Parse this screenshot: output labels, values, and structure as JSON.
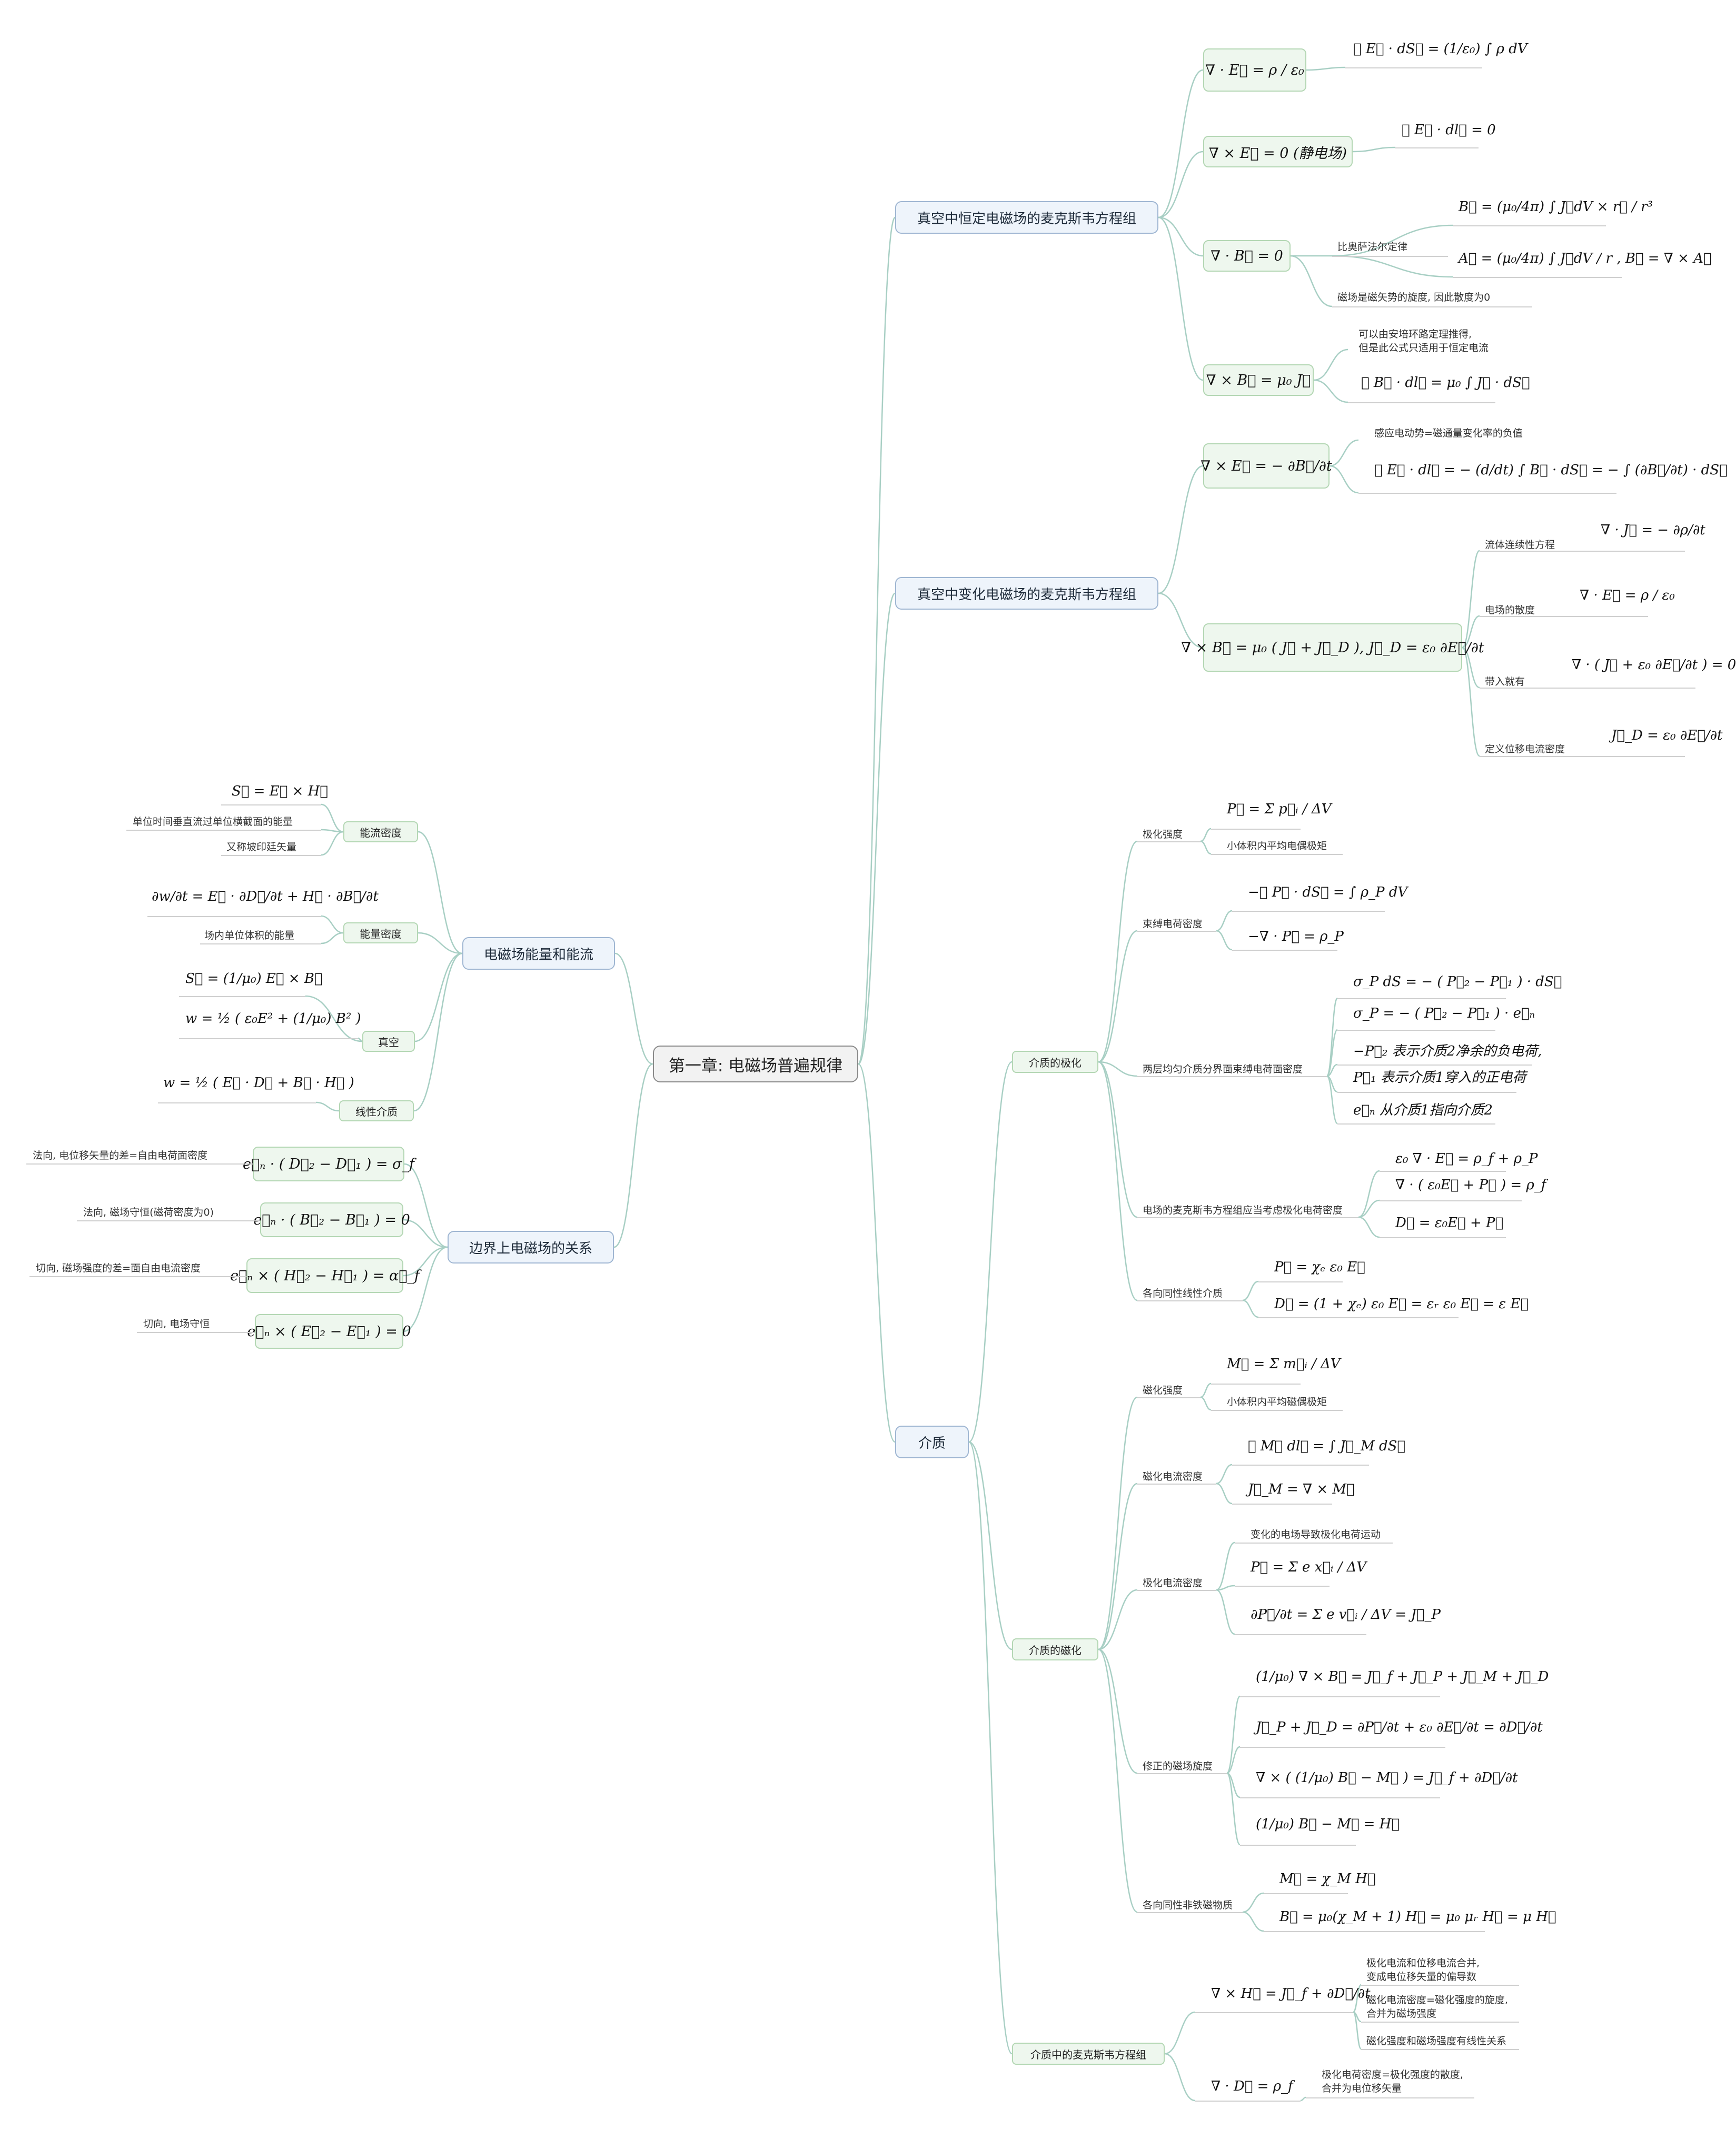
{
  "colors": {
    "link": "#a8cfc4",
    "root_border": "#8a8a8a",
    "l1_fill": "#eef4fb",
    "eq_fill": "#eef7ee",
    "eq_border": "#b4d7b4"
  },
  "root": {
    "title": "第一章: 电磁场普遍规律"
  },
  "branches": {
    "static": {
      "title": "真空中恒定电磁场的麦克斯韦方程组",
      "gauss": {
        "eq": "∇ · E⃗ = ρ / ε₀",
        "integral": "∯ E⃗ · dS⃗ = (1/ε₀) ∫ ρ dV"
      },
      "curl_e": {
        "eq": "∇ × E⃗ = 0 (静电场)",
        "integral": "∮ E⃗ · dl⃗ = 0"
      },
      "div_b": {
        "eq": "∇ · B⃗ = 0",
        "biot_label": "比奥萨法尔定律",
        "biot_formula": "B⃗ = (μ₀/4π) ∫ J⃗dV × r⃗ / r³",
        "potential_formula": "A⃗ = (μ₀/4π) ∫ J⃗dV / r ,  B⃗ = ∇ × A⃗",
        "note": "磁场是磁矢势的旋度, 因此散度为0"
      },
      "curl_b": {
        "eq": "∇ × B⃗ = μ₀ J⃗",
        "note1": "可以由安培环路定理推得,",
        "note2": "但是此公式只适用于恒定电流",
        "integral": "∮ B⃗ · dl⃗ = μ₀ ∫ J⃗ · dS⃗"
      }
    },
    "varying": {
      "title": "真空中变化电磁场的麦克斯韦方程组",
      "faraday": {
        "eq": "∇ × E⃗ = − ∂B⃗/∂t",
        "note": "感应电动势=磁通量变化率的负值",
        "integral": "∮ E⃗ · dl⃗ = − (d/dt) ∫ B⃗ · dS⃗ = − ∫ (∂B⃗/∂t) · dS⃗"
      },
      "ampere": {
        "eq": "∇ × B⃗ = μ₀ ( J⃗ + J⃗_D ),  J⃗_D = ε₀ ∂E⃗/∂t",
        "continuity_label": "流体连续性方程",
        "continuity": "∇ · J⃗ = − ∂ρ/∂t",
        "div_label": "电场的散度",
        "div": "∇ · E⃗ = ρ / ε₀",
        "sub_label": "带入就有",
        "sub": "∇ · ( J⃗ + ε₀ ∂E⃗/∂t ) = 0",
        "def_label": "定义位移电流密度",
        "def": "J⃗_D = ε₀ ∂E⃗/∂t"
      }
    },
    "media": {
      "title": "介质",
      "polarization": {
        "title": "介质的极化",
        "strength_label": "极化强度",
        "strength": "P⃗ = Σ p⃗ᵢ / ΔV",
        "strength_note": "小体积内平均电偶极矩",
        "bound_label": "束缚电荷密度",
        "bound1": "−∯ P⃗ · dS⃗ = ∫ ρ_P dV",
        "bound2": "−∇ · P⃗ = ρ_P",
        "surface_label": "两层均匀介质分界面束缚电荷面密度",
        "surface1": "σ_P dS = − ( P⃗₂ − P⃗₁ ) · dS⃗",
        "surface2": "σ_P = − ( P⃗₂ − P⃗₁ ) · e⃗ₙ",
        "surface_note1": "−P⃗₂ 表示介质2净余的负电荷,",
        "surface_note2": "P⃗₁ 表示介质1穿入的正电荷",
        "surface_note3": "e⃗ₙ 从介质1指向介质2",
        "maxwell_label": "电场的麦克斯韦方程组应当考虑极化电荷密度",
        "maxwell1": "ε₀ ∇ · E⃗ = ρ_f + ρ_P",
        "maxwell2": "∇ · ( ε₀E⃗ + P⃗ ) = ρ_f",
        "maxwell3": "D⃗ = ε₀E⃗ + P⃗",
        "linear_label": "各向同性线性介质",
        "linear1": "P⃗ = χₑ ε₀ E⃗",
        "linear2": "D⃗ = (1 + χₑ) ε₀ E⃗ = εᵣ ε₀ E⃗ = ε E⃗"
      },
      "magnetization": {
        "title": "介质的磁化",
        "strength_label": "磁化强度",
        "strength": "M⃗ = Σ m⃗ᵢ / ΔV",
        "strength_note": "小体积内平均磁偶极矩",
        "mcur_label": "磁化电流密度",
        "mcur1": "∮ M⃗ dl⃗ = ∫ J⃗_M dS⃗",
        "mcur2": "J⃗_M = ∇ × M⃗",
        "pcur_label": "极化电流密度",
        "pcur_note": "变化的电场导致极化电荷运动",
        "pcur1": "P⃗ = Σ e x⃗ᵢ / ΔV",
        "pcur2": "∂P⃗/∂t = Σ e v⃗ᵢ / ΔV = J⃗_P",
        "curl_label": "修正的磁场旋度",
        "curl1": "(1/μ₀) ∇ × B⃗ = J⃗_f + J⃗_P + J⃗_M + J⃗_D",
        "curl2": "J⃗_P + J⃗_D = ∂P⃗/∂t + ε₀ ∂E⃗/∂t = ∂D⃗/∂t",
        "curl3": "∇ × ( (1/μ₀) B⃗ − M⃗ ) = J⃗_f + ∂D⃗/∂t",
        "curl4": "(1/μ₀) B⃗ − M⃗ = H⃗",
        "nonferro_label": "各向同性非铁磁物质",
        "nonferro1": "M⃗ = χ_M H⃗",
        "nonferro2": "B⃗ = μ₀(χ_M + 1) H⃗ = μ₀ μᵣ H⃗ = μ H⃗"
      },
      "maxwell_media": {
        "title": "介质中的麦克斯韦方程组",
        "curl_eq": "∇ × H⃗ = J⃗_f + ∂D⃗/∂t",
        "note1a": "极化电流和位移电流合并,",
        "note1b": "变成电位移矢量的偏导数",
        "note2a": "磁化电流密度=磁化强度的旋度,",
        "note2b": "合并为磁场强度",
        "note3": "磁化强度和磁场强度有线性关系",
        "div_eq": "∇ · D⃗ = ρ_f",
        "note4a": "极化电荷密度=极化强度的散度,",
        "note4b": "合并为电位移矢量"
      }
    },
    "energy": {
      "title": "电磁场能量和能流",
      "flux_tag": "能流密度",
      "flux_eq": "S⃗ = E⃗ × H⃗",
      "flux_note1": "单位时间垂直流过单位横截面的能量",
      "flux_note2": "又称坡印廷矢量",
      "density_tag": "能量密度",
      "density_eq": "∂w/∂t = E⃗ · ∂D⃗/∂t + H⃗ · ∂B⃗/∂t",
      "density_note": "场内单位体积的能量",
      "vacuum_tag": "真空",
      "vacuum1": "S⃗ = (1/μ₀) E⃗ × B⃗",
      "vacuum2": "w = ½ ( ε₀E² + (1/μ₀) B² )",
      "linear_tag": "线性介质",
      "linear_eq": "w = ½ ( E⃗ · D⃗ + B⃗ · H⃗ )"
    },
    "boundary": {
      "title": "边界上电磁场的关系",
      "b1_eq": "e⃗ₙ · ( D⃗₂ − D⃗₁ ) = σ_f",
      "b1_note": "法向, 电位移矢量的差=自由电荷面密度",
      "b2_eq": "e⃗ₙ · ( B⃗₂ − B⃗₁ ) = 0",
      "b2_note": "法向, 磁场守恒(磁荷密度为0)",
      "b3_eq": "e⃗ₙ × ( H⃗₂ − H⃗₁ ) = α⃗_f",
      "b3_note": "切向, 磁场强度的差=面自由电流密度",
      "b4_eq": "e⃗ₙ × ( E⃗₂ − E⃗₁ ) = 0",
      "b4_note": "切向, 电场守恒"
    }
  }
}
